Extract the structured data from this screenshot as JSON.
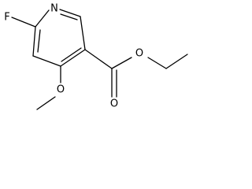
{
  "molecule": {
    "atoms": {
      "fluorine": "F",
      "ring_nitrogen": "N",
      "carbonyl_oxygen": "O",
      "ester_oxygen": "O",
      "methoxy_oxygen": "O"
    },
    "bonds": {
      "ring": 6,
      "ring_double": 3,
      "substituent": 8,
      "carbonyl_double": 1
    }
  }
}
